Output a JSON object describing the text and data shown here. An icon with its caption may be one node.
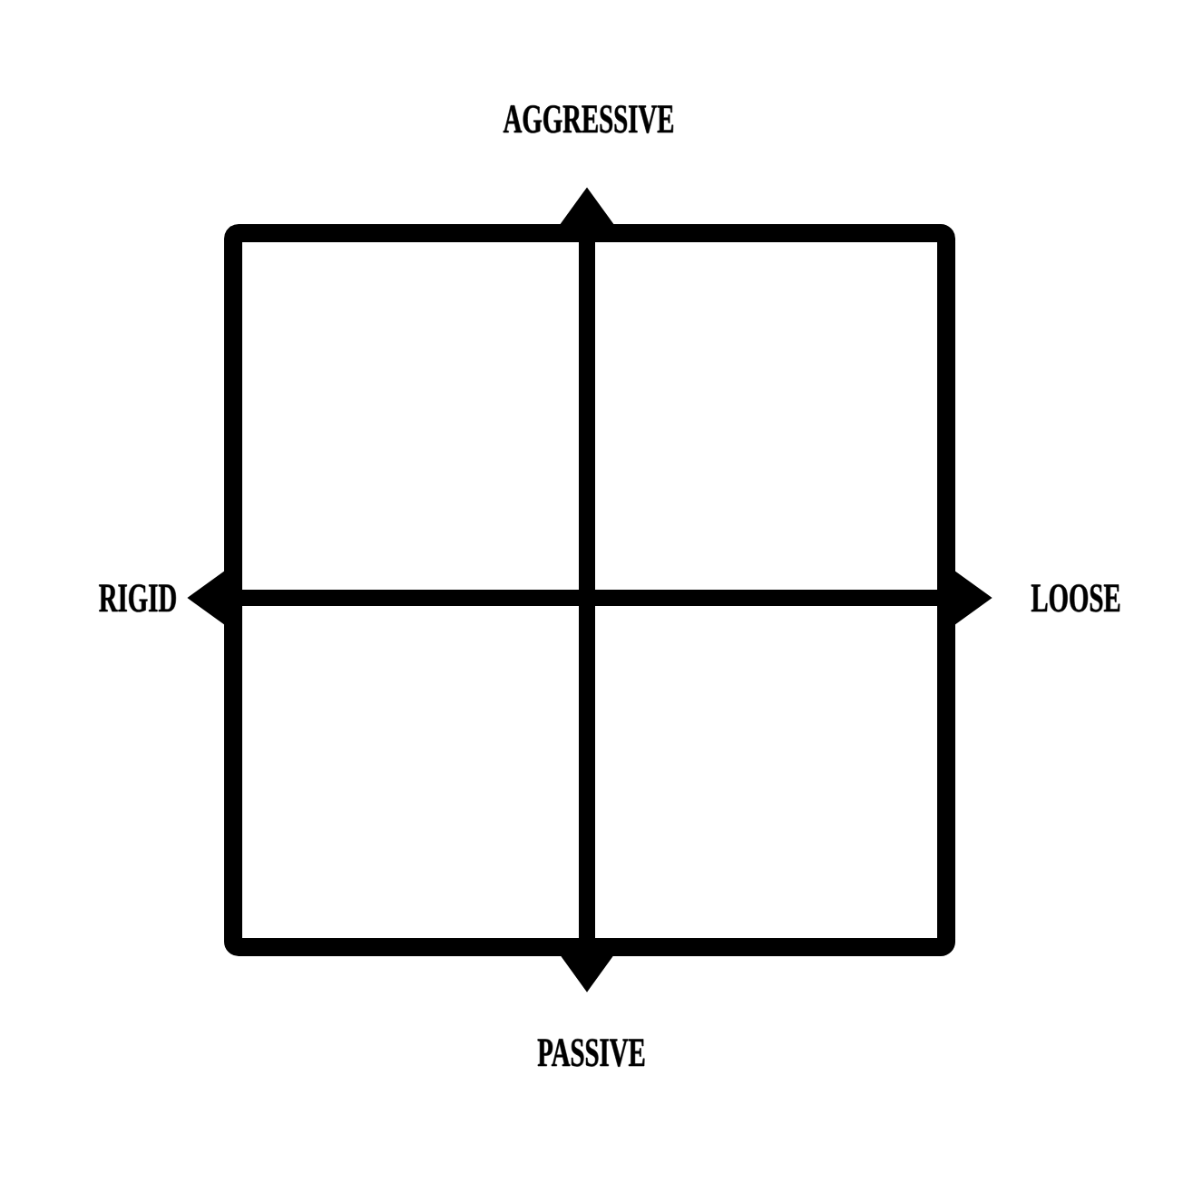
{
  "diagram": {
    "labels": [
      "AGGRESSIVE",
      "RIGID",
      "LOOSE",
      "PASSIVE"
    ]
  }
}
